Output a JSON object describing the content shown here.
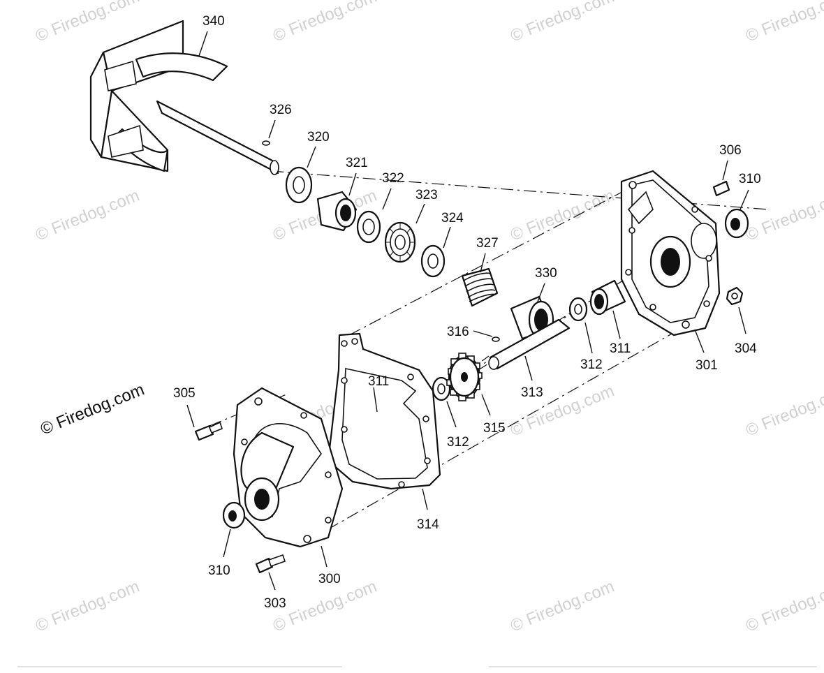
{
  "watermark": {
    "text": "© Firedog.com",
    "color": "#c9c9c9"
  },
  "copyright": {
    "text": "© Firedog.com"
  },
  "callouts": {
    "c340": "340",
    "c326": "326",
    "c320": "320",
    "c321": "321",
    "c322": "322",
    "c323": "323",
    "c324": "324",
    "c327": "327",
    "c330": "330",
    "c316": "316",
    "c313": "313",
    "c312a": "312",
    "c311a": "311",
    "c301": "301",
    "c304": "304",
    "c306": "306",
    "c310a": "310",
    "c305": "305",
    "c311b": "311",
    "c312b": "312",
    "c315": "315",
    "c314": "314",
    "c310b": "310",
    "c300": "300",
    "c303": "303"
  },
  "colors": {
    "ink": "#111111",
    "paper": "#ffffff"
  }
}
